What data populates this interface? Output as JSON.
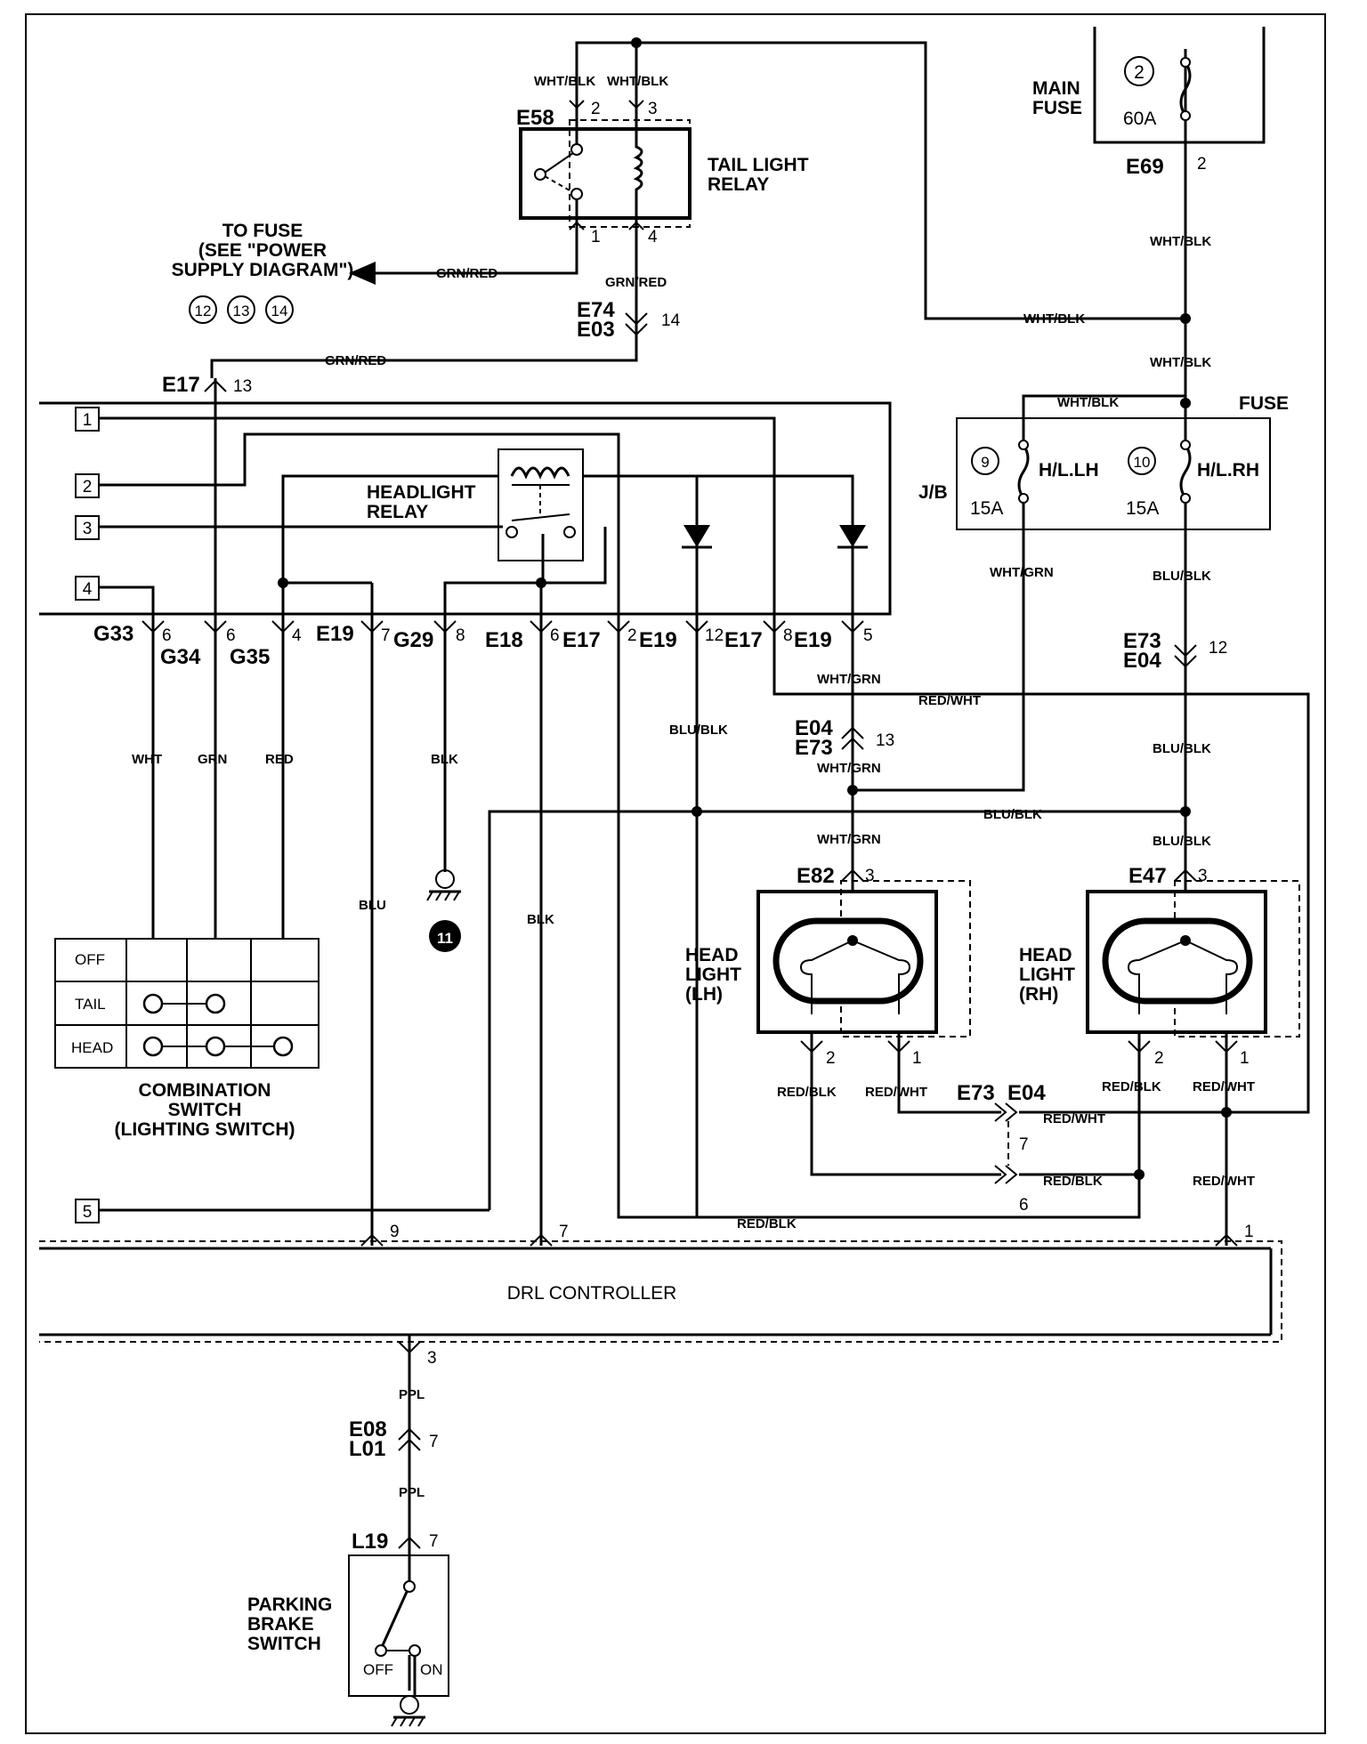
{
  "wire_colors": {
    "wht_blk": "WHT/BLK",
    "grn_red": "GRN/RED",
    "wht_grn": "WHT/GRN",
    "blu_blk": "BLU/BLK",
    "red_wht": "RED/WHT",
    "red_blk": "RED/BLK",
    "wht": "WHT",
    "grn": "GRN",
    "red": "RED",
    "blu": "BLU",
    "blk": "BLK",
    "ppl": "PPL"
  },
  "connectors": {
    "e58": "E58",
    "e69": "E69",
    "e74": "E74",
    "e03": "E03",
    "e17": "E17",
    "g33": "G33",
    "g34": "G34",
    "g35": "G35",
    "e19": "E19",
    "g29": "G29",
    "e18": "E18",
    "e04": "E04",
    "e73": "E73",
    "e82": "E82",
    "e47": "E47",
    "e08": "E08",
    "l01": "L01",
    "l19": "L19"
  },
  "pins": {
    "p1": "1",
    "p2": "2",
    "p3": "3",
    "p4": "4",
    "p5": "5",
    "p6": "6",
    "p7": "7",
    "p8": "8",
    "p9": "9",
    "p12": "12",
    "p13": "13",
    "p14": "14"
  },
  "components": {
    "tail_relay_1": "TAIL LIGHT",
    "tail_relay_2": "RELAY",
    "main_fuse_1": "MAIN",
    "main_fuse_2": "FUSE",
    "main_fuse_num": "2",
    "main_fuse_rating": "60A",
    "to_fuse_1": "TO FUSE",
    "to_fuse_2": "(SEE \"POWER",
    "to_fuse_3": "SUPPLY DIAGRAM\")",
    "fuse_ref_12": "12",
    "fuse_ref_13": "13",
    "fuse_ref_14": "14",
    "fuse_label": "FUSE",
    "jb": "J/B",
    "fuse9_num": "9",
    "fuse9_name": "H/L.LH",
    "fuse9_rating": "15A",
    "fuse10_num": "10",
    "fuse10_name": "H/L.RH",
    "fuse10_rating": "15A",
    "headlight_relay_1": "HEADLIGHT",
    "headlight_relay_2": "RELAY",
    "term1": "1",
    "term2": "2",
    "term3": "3",
    "term4": "4",
    "term5": "5",
    "ground_11": "11",
    "head_lh_1": "HEAD",
    "head_lh_2": "LIGHT",
    "head_lh_3": "(LH)",
    "head_rh_1": "HEAD",
    "head_rh_2": "LIGHT",
    "head_rh_3": "(RH)",
    "combo_1": "COMBINATION",
    "combo_2": "SWITCH",
    "combo_3": "(LIGHTING SWITCH)",
    "sw_off": "OFF",
    "sw_tail": "TAIL",
    "sw_head": "HEAD",
    "drl": "DRL CONTROLLER",
    "pb_1": "PARKING",
    "pb_2": "BRAKE",
    "pb_3": "SWITCH",
    "pb_off": "OFF",
    "pb_on": "ON"
  }
}
